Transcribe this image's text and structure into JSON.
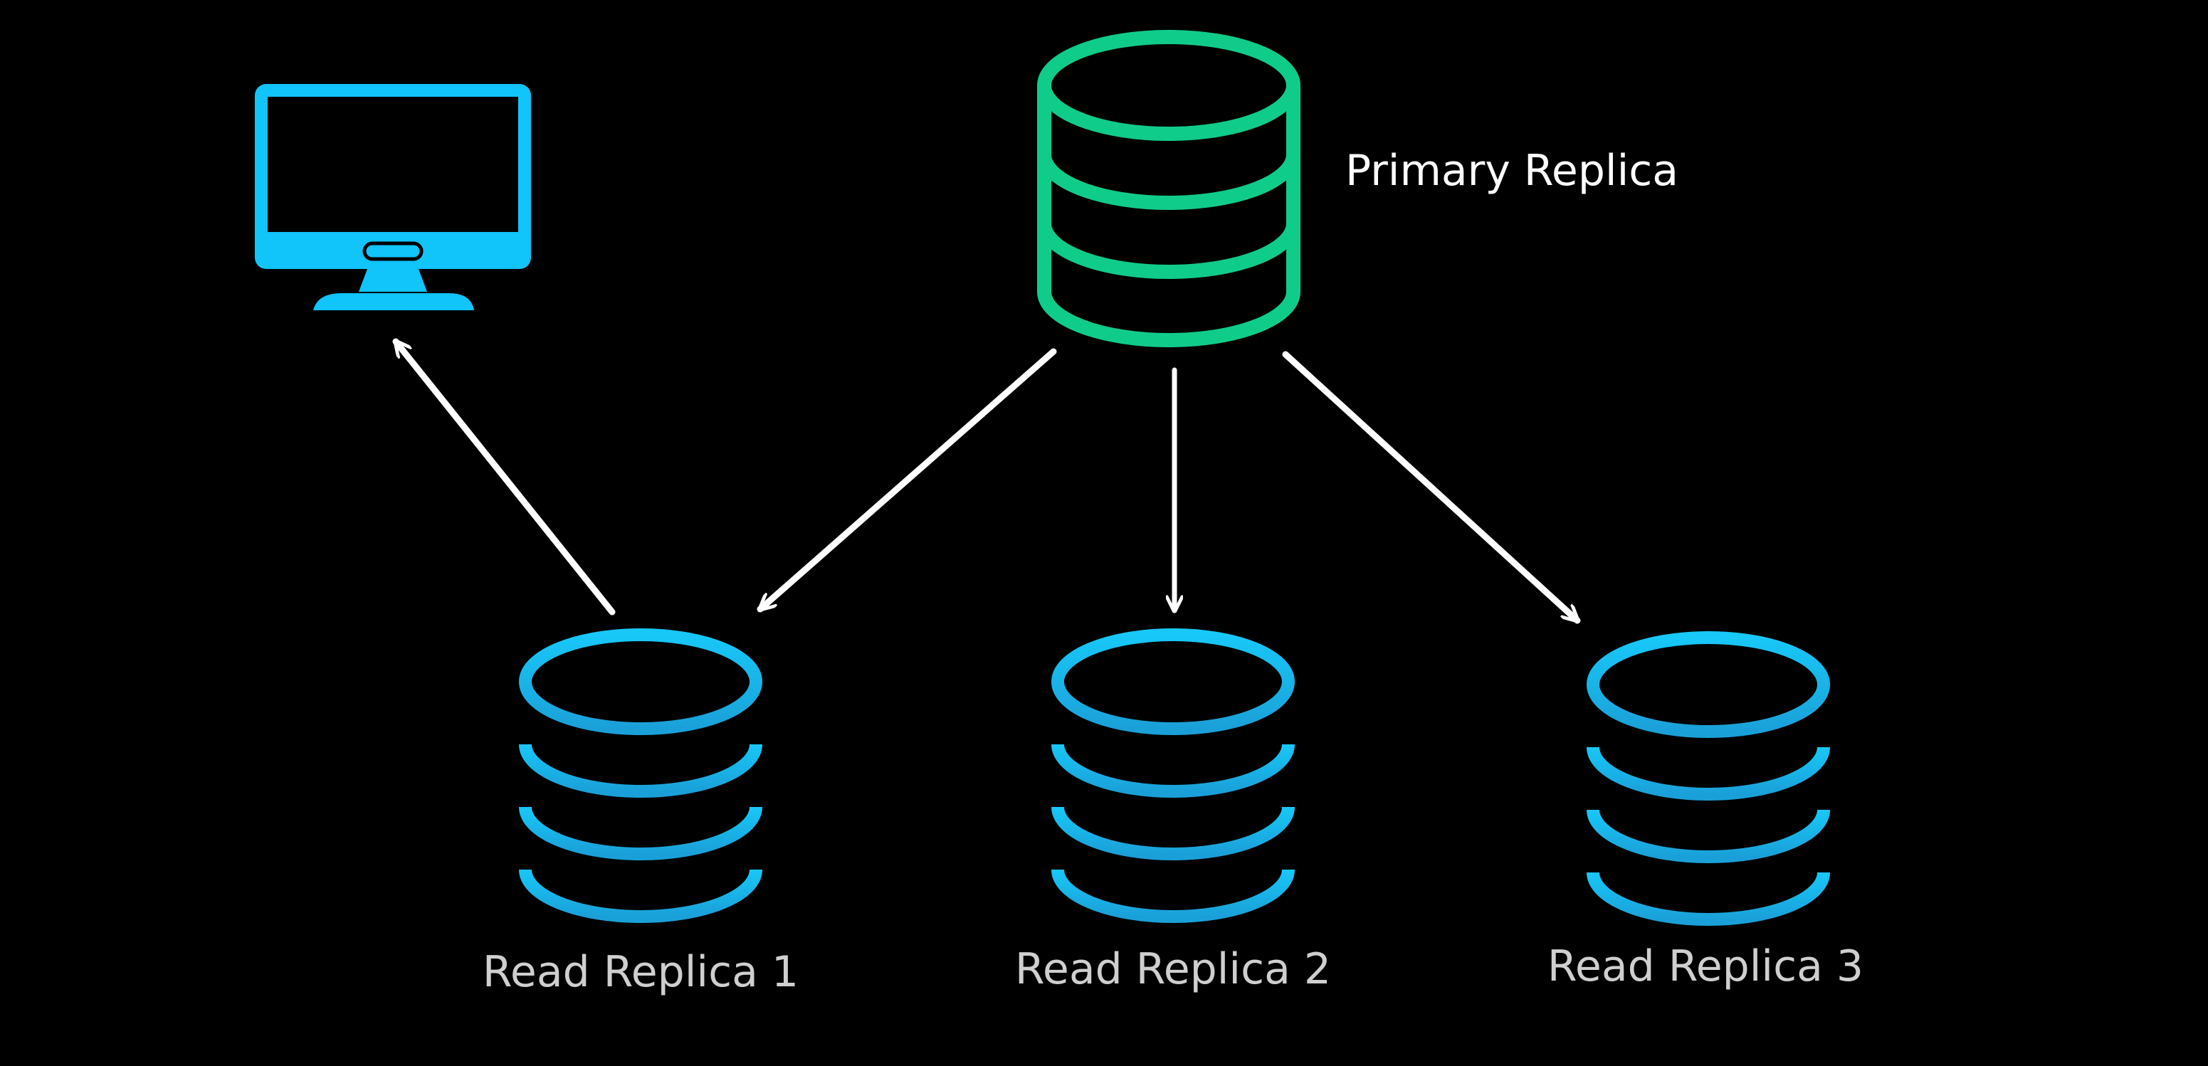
{
  "colors": {
    "background": "#000000",
    "primary_db": "#10CC8A",
    "replica_db_top": "#18C8F8",
    "replica_db_bottom": "#1AA0D8",
    "client_monitor": "#11C4FA",
    "arrows": "#ffffff",
    "primary_label": "#ffffff",
    "replica_label": "#cfcfcf"
  },
  "icons": {
    "client": "desktop-monitor-icon",
    "primary": "database-icon",
    "replicas": "database-icon"
  },
  "primary": {
    "label": "Primary Replica"
  },
  "replicas": [
    {
      "label": "Read Replica 1"
    },
    {
      "label": "Read Replica 2"
    },
    {
      "label": "Read Replica 3"
    }
  ],
  "connections": [
    {
      "from": "Primary Replica",
      "to": "Read Replica 1"
    },
    {
      "from": "Primary Replica",
      "to": "Read Replica 2"
    },
    {
      "from": "Primary Replica",
      "to": "Read Replica 3"
    },
    {
      "from": "Read Replica 1",
      "to": "client"
    }
  ]
}
